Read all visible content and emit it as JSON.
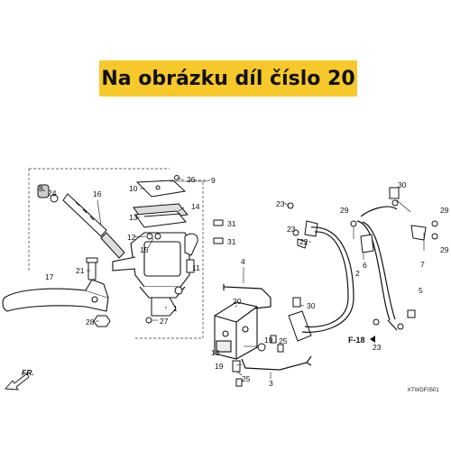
{
  "banner": {
    "text": "Na obrázku díl číslo 20",
    "bg_color": "#f7c82a"
  },
  "callouts": {
    "c1": "1",
    "c2": "2",
    "c3": "3",
    "c4": "4",
    "c5": "5",
    "c6": "6",
    "c7": "7",
    "c8": "8",
    "c9": "9",
    "c10": "10",
    "c11": "11",
    "c12": "12",
    "c13": "13",
    "c14": "14",
    "c15": "15",
    "c16": "16",
    "c17": "17",
    "c18": "18",
    "c19a": "19",
    "c19b": "19",
    "c20": "20",
    "c21": "21",
    "c22": "22",
    "c23a": "23",
    "c23b": "23",
    "c23c": "23",
    "c24": "24",
    "c25a": "25",
    "c25b": "25",
    "c26": "26",
    "c27": "27",
    "c28": "28",
    "c29a": "29",
    "c29b": "29",
    "c29c": "29",
    "c30a": "30",
    "c30b": "30",
    "c31a": "31",
    "c31b": "31"
  },
  "ref_label": "F-18",
  "front_label": "FR.",
  "diagram_code": "KTWDF0501"
}
